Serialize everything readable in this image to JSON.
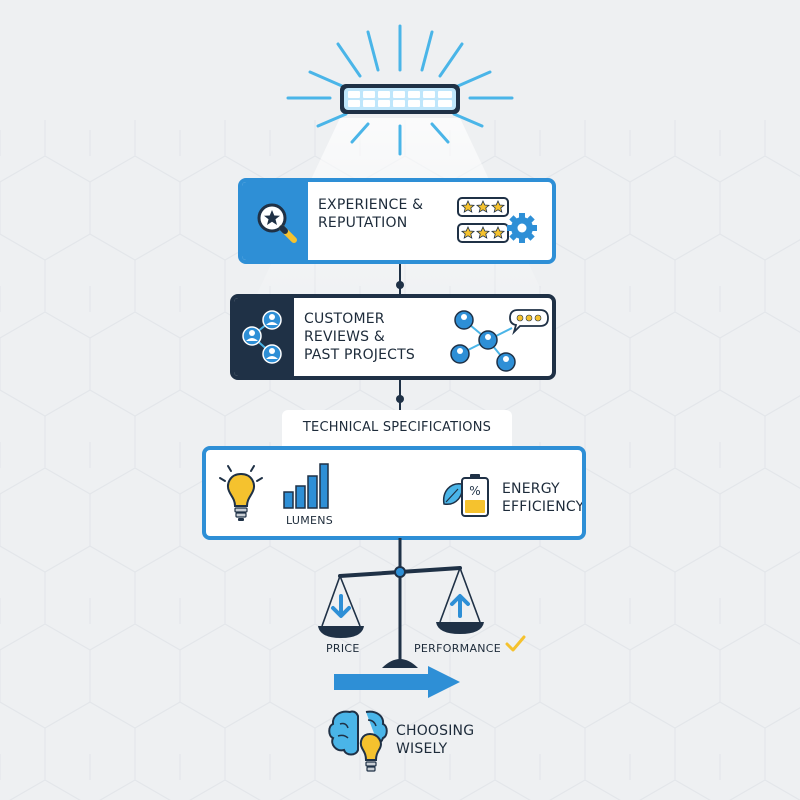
{
  "steps": [
    {
      "line1": "EXPERIENCE &",
      "line2": "REPUTATION"
    },
    {
      "line1": "CUSTOMER",
      "line2": "REVIEWS &",
      "line3": "PAST PROJECTS"
    }
  ],
  "tech_spec": {
    "title": "TECHNICAL SPECIFICATIONS",
    "lumens_label": "LUMENS",
    "energy_line1": "ENERGY",
    "energy_line2": "EFFICIENCY",
    "battery_symbol": "%"
  },
  "balance": {
    "left_label": "PRICE",
    "right_label": "PERFORMANCE"
  },
  "conclusion": {
    "line1": "CHOOSING",
    "line2": "WISELY"
  },
  "colors": {
    "accent_blue": "#2e8fd6",
    "dark_navy": "#1f3146",
    "yellow": "#f5c22e",
    "background": "#eef0f2"
  }
}
